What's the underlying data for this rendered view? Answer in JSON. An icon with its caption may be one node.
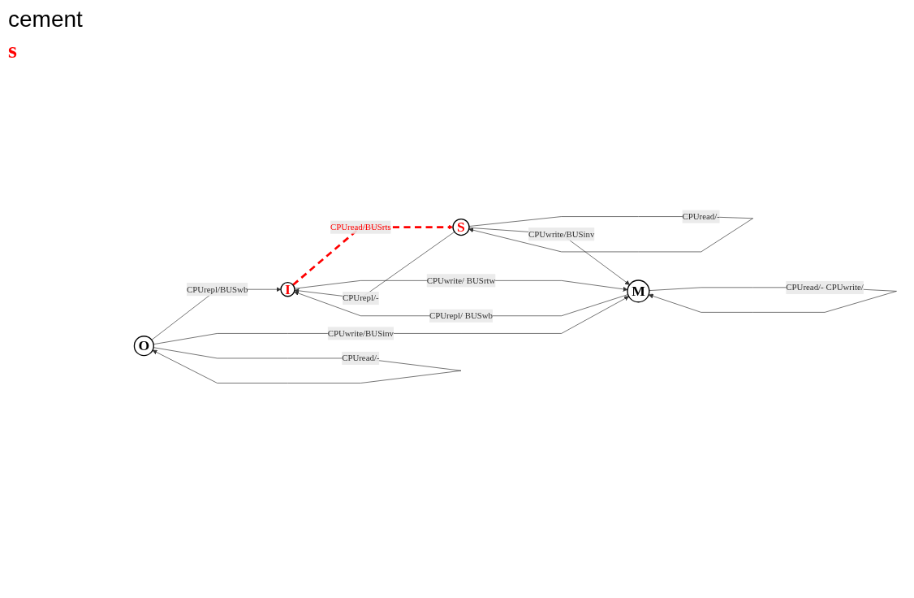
{
  "diagram": {
    "nodes": [
      {
        "text": [
          "I"
        ]
      },
      {
        "text": [
          "S"
        ]
      },
      {
        "text": [
          "M"
        ]
      },
      {
        "text": [
          "O"
        ]
      }
    ],
    "edges": [
      {
        "from": 1,
        "to": 0,
        "arrow": "to",
        "label": "CPUrepl/-"
      },
      {
        "from": 0,
        "to": 1,
        "arrow": "to",
        "label": "CPUread/BUSrts",
        "style": "dashed",
        "color": "#ff0000"
      },
      {
        "from": 1,
        "to": 1,
        "arrow": "to",
        "label": "CPUread/-"
      },
      {
        "from": 1,
        "to": 2,
        "arrow": "to",
        "label": "CPUwrite/BUSinv"
      },
      {
        "from": 0,
        "to": 2,
        "arrow": "to",
        "label": "CPUwrite/ BUSrtw"
      },
      {
        "from": 2,
        "to": 0,
        "arrow": "to",
        "label": "CPUrepl/ BUSwb"
      },
      {
        "from": 3,
        "to": 0,
        "arrow": "to",
        "label": "CPUrepl/BUSwb"
      },
      {
        "from": 2,
        "to": 2,
        "arrow": "to",
        "label": "CPUread/- CPUwrite/"
      },
      {
        "from": 3,
        "to": 2,
        "arrow": "to",
        "label": "CPUwrite/BUSinv"
      },
      {
        "from": 3,
        "to": 3,
        "arrow": "to",
        "label": "CPUread/-"
      }
    ],
    "labels": [
      "cement",
      "s"
    ]
  }
}
